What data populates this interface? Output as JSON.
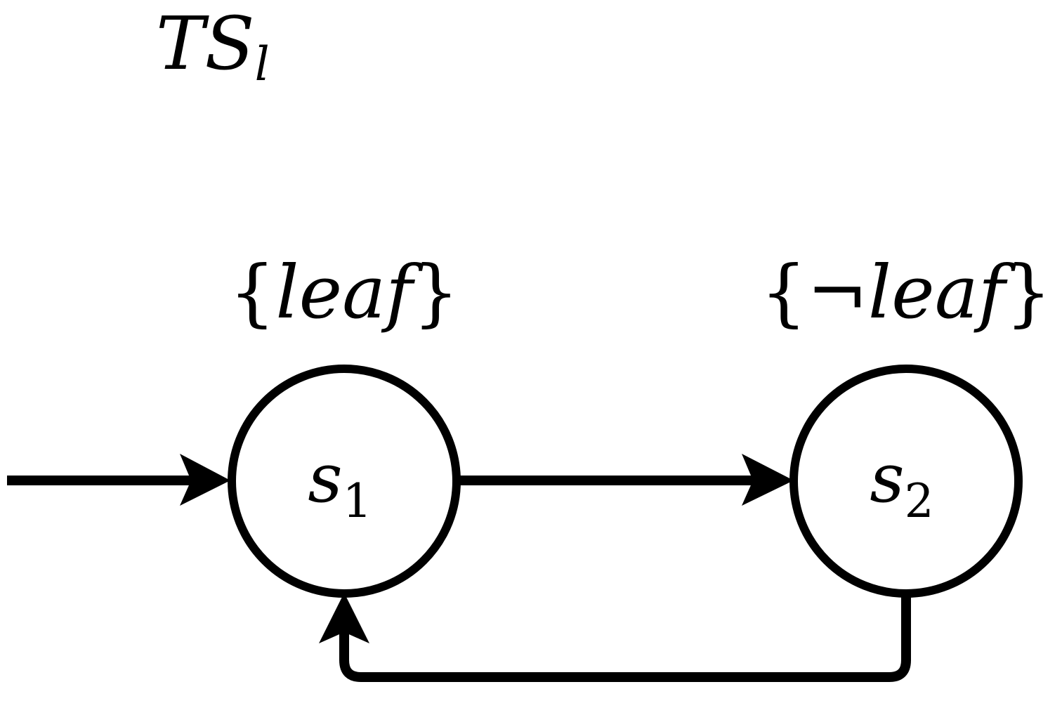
{
  "diagram": {
    "title": {
      "main": "TS",
      "subscript": "l"
    },
    "states": [
      {
        "id": "s1",
        "name": "s",
        "index": "1",
        "label_prefix": "{",
        "label_neg": "",
        "label_var": "leaf",
        "label_suffix": "}"
      },
      {
        "id": "s2",
        "name": "s",
        "index": "2",
        "label_prefix": "{",
        "label_neg": "¬",
        "label_var": "leaf",
        "label_suffix": "}"
      }
    ],
    "transitions": [
      {
        "from": "start",
        "to": "s1"
      },
      {
        "from": "s1",
        "to": "s2"
      },
      {
        "from": "s2",
        "to": "s1"
      }
    ],
    "colors": {
      "stroke": "#000000",
      "fill": "#ffffff"
    }
  }
}
